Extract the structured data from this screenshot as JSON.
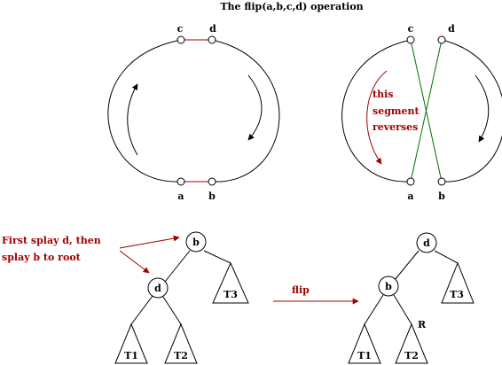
{
  "title": "The flip(a,b,c,d) operation",
  "colors": {
    "ink": "#000000",
    "accent": "#a00000",
    "edge": "#007000"
  },
  "left_cycle": {
    "label_c": "c",
    "label_d": "d",
    "label_a": "a",
    "label_b": "b"
  },
  "right_cycle": {
    "label_c": "c",
    "label_d": "d",
    "label_a": "a",
    "label_b": "b",
    "note_line1": "this",
    "note_line2": "segment",
    "note_line3": "reverses"
  },
  "instruction": {
    "line1": "First splay d, then",
    "line2": "splay b to root"
  },
  "left_tree": {
    "root": "b",
    "child": "d",
    "t1": "T1",
    "t2": "T2",
    "t3": "T3"
  },
  "flip_label": "flip",
  "right_tree": {
    "root": "d",
    "child": "b",
    "t1": "T1",
    "t2": "T2",
    "t3": "T3",
    "r_label": "R"
  }
}
